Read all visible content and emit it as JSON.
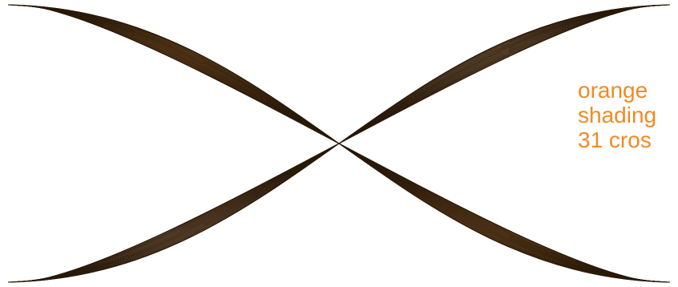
{
  "caption": {
    "line1": "orange",
    "line2": "shading",
    "line3": "31 cros"
  },
  "curve_count": 31,
  "colors": {
    "band_dark": "#e8861e",
    "band_light": "#f7c28a",
    "stroke": "#2a1a0a",
    "caption_text": "#f08a24",
    "background": "#ffffff"
  }
}
